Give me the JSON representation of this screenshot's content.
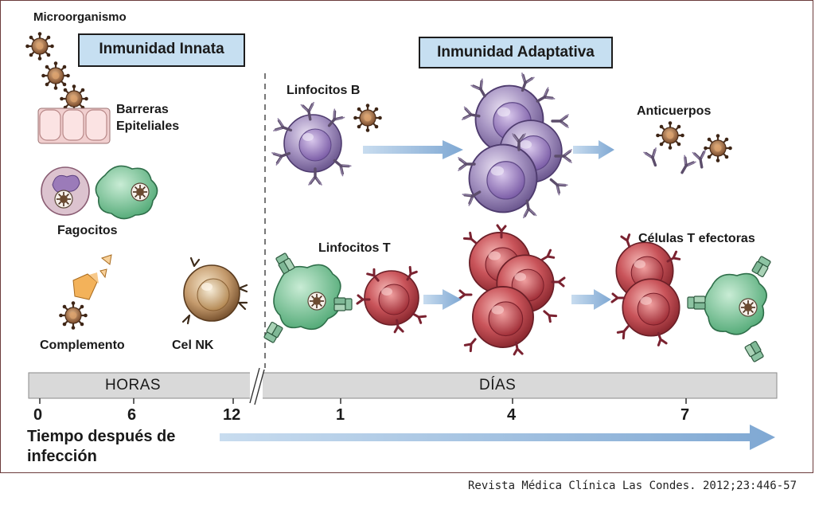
{
  "sections": {
    "innate": "Inmunidad Innata",
    "adaptive": "Inmunidad Adaptativa"
  },
  "labels": {
    "microorganism": "Microorganismo",
    "barriers_line1": "Barreras",
    "barriers_line2": "Epiteliales",
    "phagocytes": "Fagocitos",
    "complement": "Complemento",
    "nk_cell": "Cel NK",
    "b_cells": "Linfocitos B",
    "t_cells": "Linfocitos T",
    "antibodies": "Anticuerpos",
    "effector_t_cells": "Células T efectoras"
  },
  "timeline": {
    "hours_label": "HORAS",
    "days_label": "DÍAS",
    "ticks": [
      "0",
      "6",
      "12",
      "1",
      "4",
      "7"
    ],
    "axis_title_line1": "Tiempo después de",
    "axis_title_line2": "infección"
  },
  "colors": {
    "section_box": "#c6dff1",
    "b_cell": "#9c86b8",
    "t_cell": "#c0474c",
    "phagocyte": "#6dbb8b",
    "nk_cell": "#b48c62",
    "antibody": "#6a5a78",
    "arrow": "#8db3d8",
    "band": "#d9d9d9"
  },
  "citation": "Revista Médica Clínica Las Condes. 2012;23:446-57"
}
